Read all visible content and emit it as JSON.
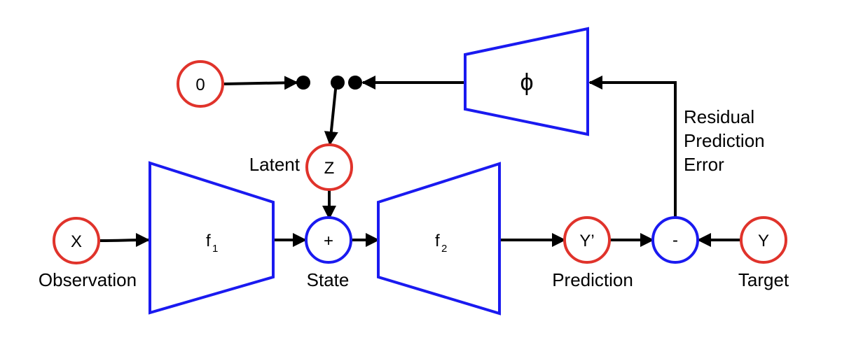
{
  "colors": {
    "node_stroke": "#e0332b",
    "block_stroke": "#1a1af0",
    "op_stroke": "#1a1af0",
    "line": "#000000",
    "background": "#ffffff"
  },
  "nodes": {
    "zero": "0",
    "z": "Z",
    "x": "X",
    "y_pred": "Y’",
    "y": "Y",
    "sum": "+",
    "diff": "-"
  },
  "blocks": {
    "f1_main": "f",
    "f1_sub": "1",
    "f2_main": "f",
    "f2_sub": "2",
    "phi": "ϕ"
  },
  "captions": {
    "latent": "Latent",
    "observation": "Observation",
    "state": "State",
    "prediction": "Prediction",
    "target": "Target",
    "residual_line1": "Residual",
    "residual_line2": "Prediction",
    "residual_line3": "Error"
  }
}
